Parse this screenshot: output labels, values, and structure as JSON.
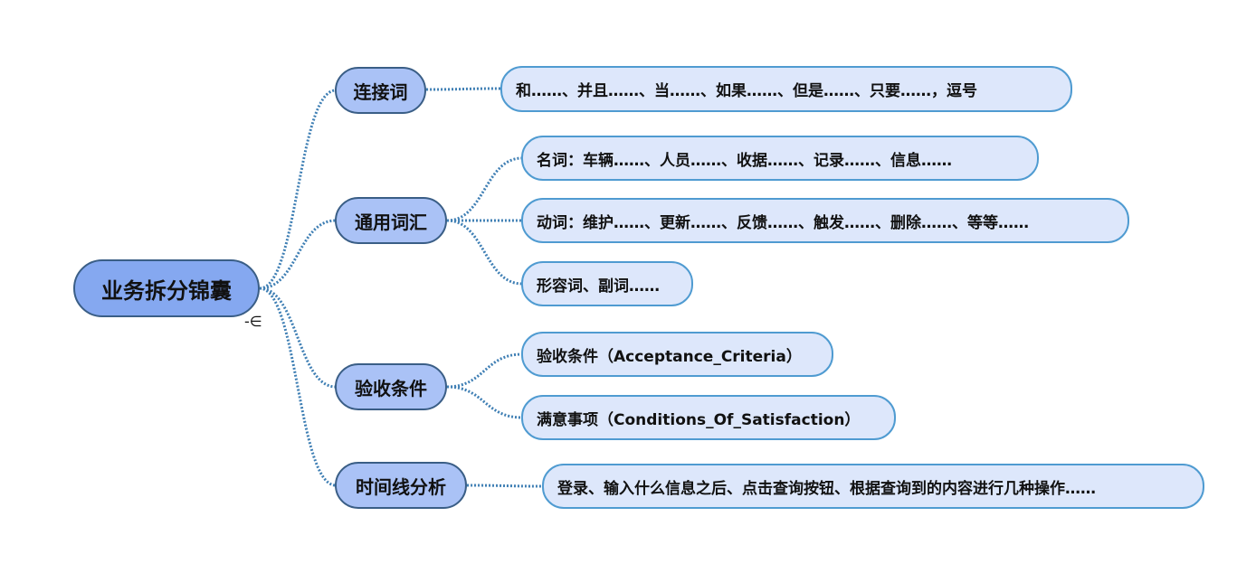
{
  "root": {
    "label": "业务拆分锦囊"
  },
  "branches": [
    {
      "label": "连接词",
      "children": [
        {
          "label": "和……、并且……、当……、如果……、但是……、只要……，逗号"
        }
      ]
    },
    {
      "label": "通用词汇",
      "children": [
        {
          "label": "名词：车辆……、人员……、收据……、记录……、信息……"
        },
        {
          "label": "动词：维护……、更新……、反馈……、触发……、删除……、等等……"
        },
        {
          "label": "形容词、副词……"
        }
      ]
    },
    {
      "label": "验收条件",
      "children": [
        {
          "label": "验收条件（Acceptance_Criteria）"
        },
        {
          "label": "满意事项（Conditions_Of_Satisfaction）"
        }
      ]
    },
    {
      "label": "时间线分析",
      "children": [
        {
          "label": "登录、输入什么信息之后、点击查询按钮、根据查询到的内容进行几种操作……"
        }
      ]
    }
  ],
  "collapse_glyph": "-∈",
  "colors": {
    "root_fill": "#85a8f0",
    "branch_fill": "#aac2f6",
    "leaf_fill": "#dde7fb",
    "leaf_border": "#4f9bd1",
    "link": "#3f7fb4"
  }
}
